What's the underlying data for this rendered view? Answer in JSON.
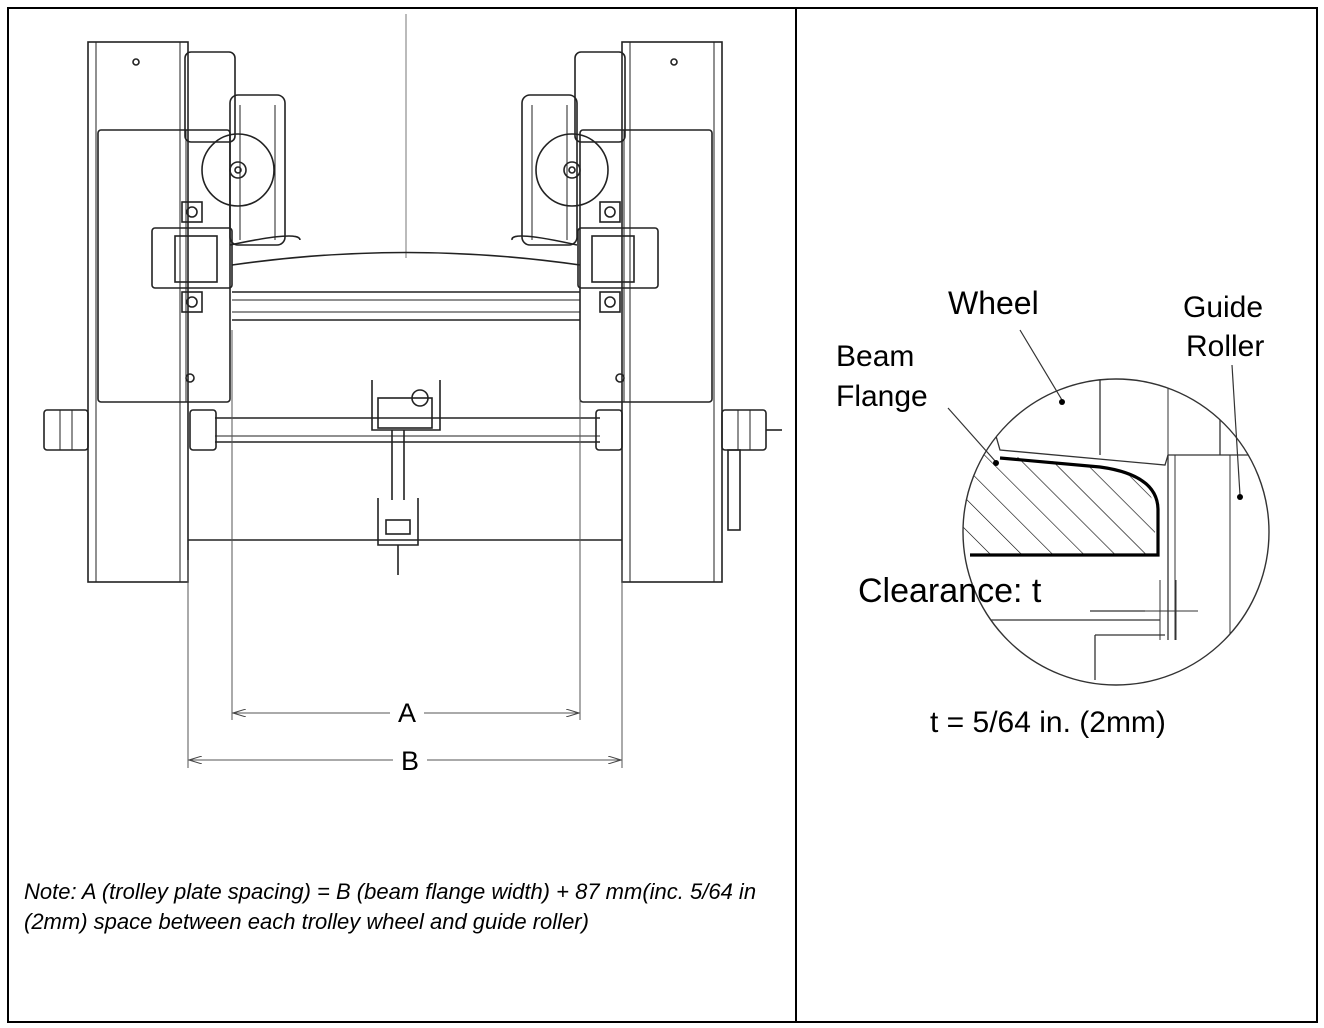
{
  "main_drawing": {
    "dim_a_label": "A",
    "dim_b_label": "B"
  },
  "detail": {
    "label_wheel": "Wheel",
    "label_guide_1": "Guide",
    "label_guide_2": "Roller",
    "label_beam_1": "Beam",
    "label_beam_2": "Flange",
    "label_clearance": "Clearance: t",
    "formula": "t = 5/64 in. (2mm)"
  },
  "note": "Note: A (trolley plate spacing) = B (beam flange width) + 87 mm(inc. 5/64 in (2mm) space between each trolley wheel and guide roller)"
}
